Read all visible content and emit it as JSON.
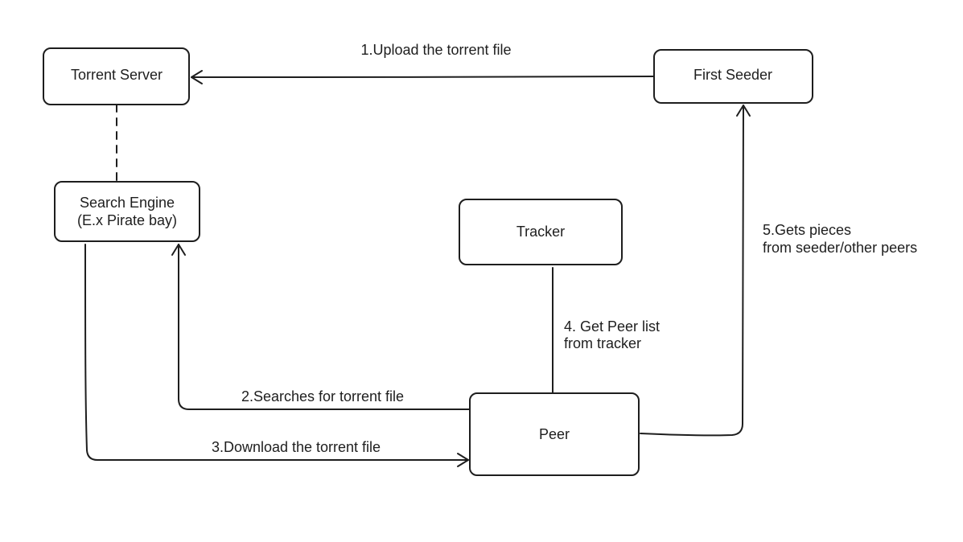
{
  "nodes": {
    "torrent_server": {
      "label": "Torrent Server"
    },
    "first_seeder": {
      "label": "First Seeder"
    },
    "search_engine": {
      "line1": "Search Engine",
      "line2": "(E.x Pirate bay)"
    },
    "tracker": {
      "label": "Tracker"
    },
    "peer": {
      "label": "Peer"
    }
  },
  "edges": {
    "upload": {
      "label": "1.Upload the torrent file"
    },
    "search": {
      "label": "2.Searches for torrent file"
    },
    "download": {
      "label": "3.Download the torrent file"
    },
    "peer_list": {
      "line1": "4. Get Peer list",
      "line2": "from tracker"
    },
    "pieces": {
      "line1": "5.Gets pieces",
      "line2": "from seeder/other peers"
    }
  },
  "colors": {
    "stroke": "#1e1e1e",
    "background": "#ffffff"
  }
}
